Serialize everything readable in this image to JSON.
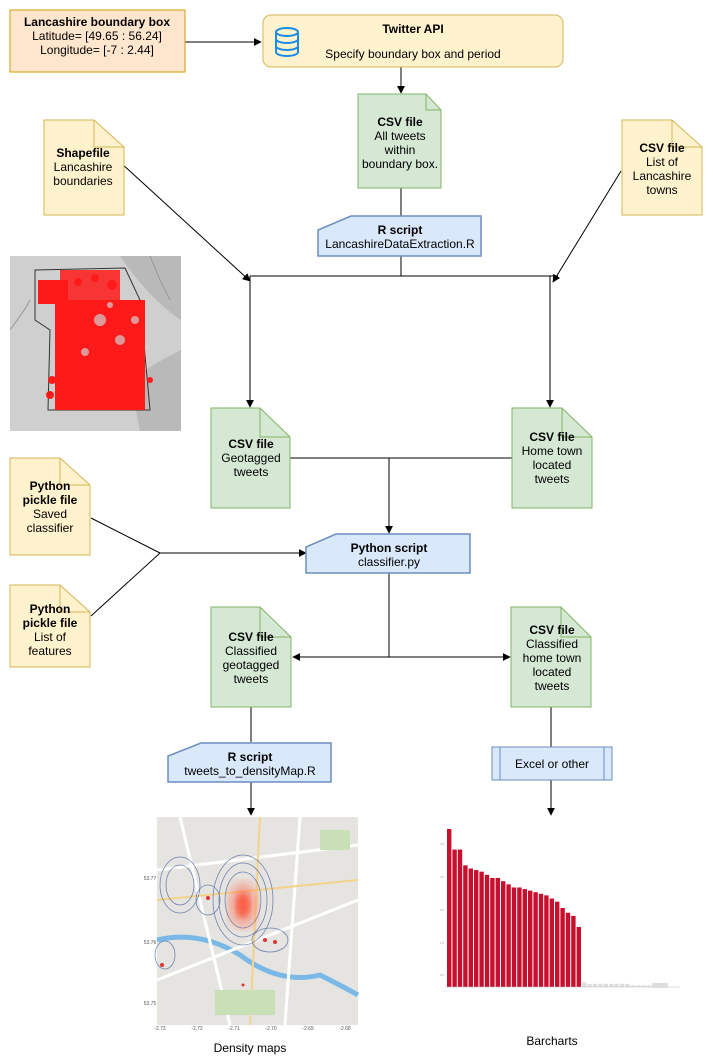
{
  "boundary_box": {
    "title": "Lancashire boundary box",
    "lines": [
      "Latitude= [49.65 : 56.24]",
      "Longitude= [-7 : 2.44]"
    ]
  },
  "twitter_api": {
    "title": "Twitter API",
    "subtitle": "Specify boundary box and period"
  },
  "csv_all_tweets": {
    "title": "CSV file",
    "lines": [
      "All tweets",
      "within",
      "boundary box."
    ]
  },
  "shapefile": {
    "title": "Shapefile",
    "lines": [
      "Lancashire",
      "boundaries"
    ]
  },
  "csv_towns": {
    "title": "CSV file",
    "lines": [
      "List of",
      "Lancashire",
      "towns"
    ]
  },
  "r_script_extraction": {
    "title": "R script",
    "file": "LancashireDataExtraction.R"
  },
  "csv_geotagged": {
    "title": "CSV file",
    "lines": [
      "Geotagged",
      "tweets"
    ]
  },
  "csv_hometown": {
    "title": "CSV file",
    "lines": [
      "Home town",
      "located",
      "tweets"
    ]
  },
  "pickle_classifier": {
    "title_lines": [
      "Python",
      "pickle file"
    ],
    "lines": [
      "Saved",
      "classifier"
    ]
  },
  "pickle_features": {
    "title_lines": [
      "Python",
      "pickle file"
    ],
    "lines": [
      "List of",
      "features"
    ]
  },
  "python_script": {
    "title": "Python script",
    "file": "classifier.py"
  },
  "csv_classified_geo": {
    "title": "CSV file",
    "lines": [
      "Classified",
      "geotagged",
      "tweets"
    ]
  },
  "csv_classified_home": {
    "title": "CSV file",
    "lines": [
      "Classified",
      "home town",
      "located",
      "tweets"
    ]
  },
  "r_script_density": {
    "title": "R script",
    "file": "tweets_to_densityMap.R"
  },
  "excel_box": {
    "label": "Excel or other"
  },
  "captions": {
    "density": "Density maps",
    "barcharts": "Barcharts"
  },
  "colors": {
    "orange_fill": "#ffe6cc",
    "orange_stroke": "#d79b00",
    "yellow_fill": "#fff2cc",
    "yellow_stroke": "#d6b656",
    "green_fill": "#d5e8d4",
    "green_stroke": "#82b366",
    "blue_fill": "#dae8fc",
    "blue_stroke": "#6c8ebf",
    "database_icon": "#1a8ce8",
    "bar_red": "#c8102e"
  },
  "chart_data": {
    "type": "bar",
    "values": [
      100,
      87,
      87,
      77,
      75,
      74,
      73,
      71,
      69,
      69,
      67,
      65,
      63,
      63,
      62,
      61,
      60,
      59,
      58,
      56,
      54,
      50,
      47,
      45,
      38,
      3,
      2,
      2,
      2,
      2,
      2,
      2,
      2,
      2,
      1,
      1,
      1,
      1,
      1
    ],
    "ylim": [
      0,
      100
    ]
  }
}
